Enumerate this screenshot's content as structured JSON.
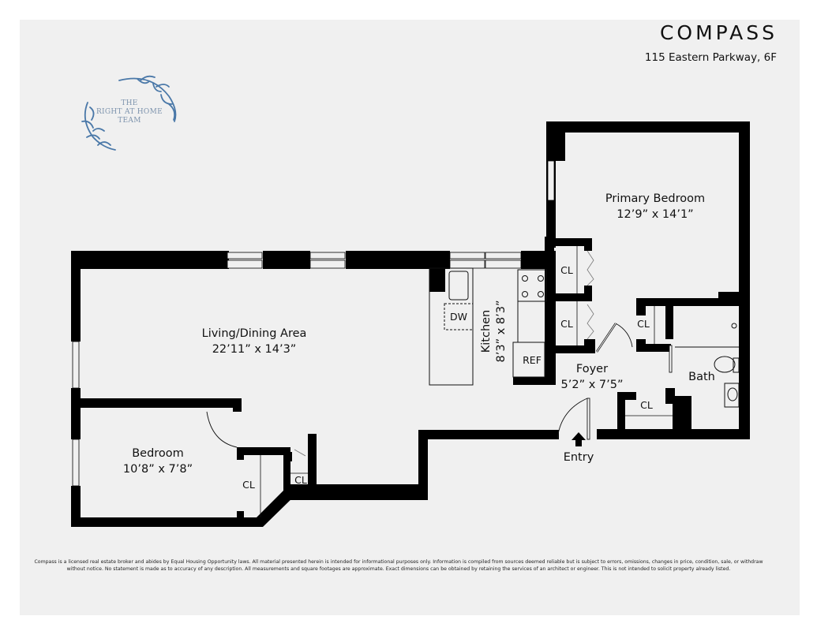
{
  "header": {
    "brand": "COMPASS",
    "address": "115 Eastern Parkway, 6F"
  },
  "logo": {
    "line1": "THE",
    "line2": "RIGHT AT HOME",
    "line3": "TEAM",
    "color": "#4a78a8"
  },
  "floorplan": {
    "rooms": [
      {
        "id": "primary-bedroom",
        "name": "Primary Bedroom",
        "dims": "12’9” x 14’1”"
      },
      {
        "id": "living-dining",
        "name": "Living/Dining Area",
        "dims": "22’11” x 14’3”"
      },
      {
        "id": "kitchen",
        "name": "Kitchen",
        "dims": "8’3” x 8’3”"
      },
      {
        "id": "foyer",
        "name": "Foyer",
        "dims": "5’2” x 7’5”"
      },
      {
        "id": "bath",
        "name": "Bath",
        "dims": ""
      },
      {
        "id": "bedroom",
        "name": "Bedroom",
        "dims": "10’8” x 7’8”"
      }
    ],
    "fixtures": {
      "dishwasher": "DW",
      "refrigerator": "REF",
      "closet": "CL"
    },
    "entry_label": "Entry",
    "wall_color": "#000000",
    "floor_color": "#f0f0f0"
  },
  "footer": {
    "disclaimer_line1": "Compass is a licensed real estate broker and abides by Equal Housing Opportunity laws. All material presented herein is intended for informational purposes only. Information is compiled from sources deemed reliable but is subject to errors, omissions, changes in price, condition, sale, or withdraw",
    "disclaimer_line2": "without notice. No statement is made as to accuracy of any description. All measurements and square footages are approximate. Exact dimensions can be obtained by retaining the services of an architect or engineer. This is not intended to solicit property already listed."
  }
}
